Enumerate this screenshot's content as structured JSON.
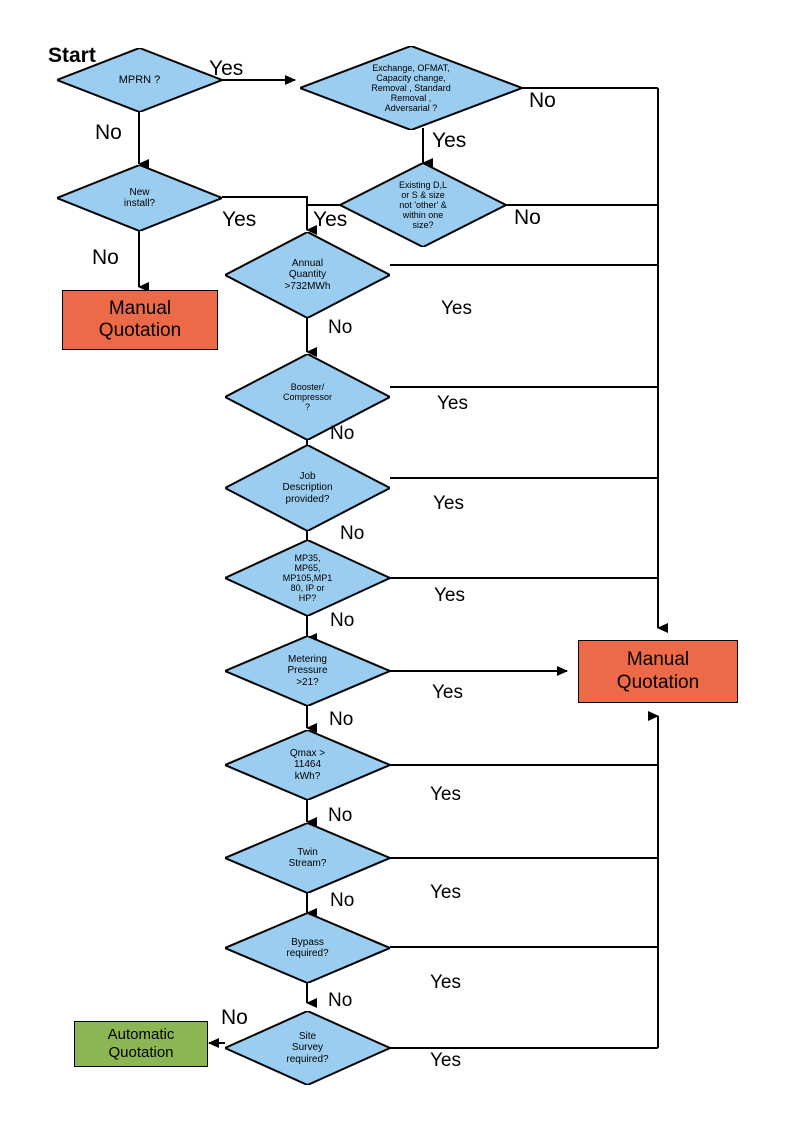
{
  "meta": {
    "title": "Quotation Decision Flowchart",
    "colors": {
      "decision_fill": "#9BCDF0",
      "manual_fill": "#ED6A48",
      "automatic_fill": "#8CB554",
      "line": "#000000",
      "text": "#000000"
    }
  },
  "labels": {
    "start": "Start",
    "yes": "Yes",
    "no": "No"
  },
  "decisions": [
    {
      "id": "mprn",
      "text": "MPRN ?",
      "font": 11
    },
    {
      "id": "exchange",
      "text": "Exchange, OFMAT,\nCapacity change,\nRemoval , Standard\nRemoval ,\nAdversarial ?",
      "font": 9
    },
    {
      "id": "new_install",
      "text": "New\ninstall?",
      "font": 10
    },
    {
      "id": "existing",
      "text": "Existing D,L\nor S & size\nnot 'other' &\nwithin one\nsize?",
      "font": 9
    },
    {
      "id": "annual_qty",
      "text": "Annual\nQuantity\n>732MWh",
      "font": 10
    },
    {
      "id": "booster",
      "text": "Booster/\nCompressor\n?",
      "font": 9
    },
    {
      "id": "job_desc",
      "text": "Job\nDescription\nprovided?",
      "font": 10
    },
    {
      "id": "mp_types",
      "text": "MP35,\nMP65,\nMP105,MP1\n80, IP or\nHP?",
      "font": 9
    },
    {
      "id": "metering",
      "text": "Metering\nPressure\n>21?",
      "font": 10
    },
    {
      "id": "qmax",
      "text": "Qmax >\n11464\nkWh?",
      "font": 10
    },
    {
      "id": "twin",
      "text": "Twin\nStream?",
      "font": 10
    },
    {
      "id": "bypass",
      "text": "Bypass\nrequired?",
      "font": 10
    },
    {
      "id": "site_survey",
      "text": "Site\nSurvey\nrequired?",
      "font": 10
    }
  ],
  "terminals": [
    {
      "id": "manual_left",
      "line1": "Manual",
      "line2": "Quotation"
    },
    {
      "id": "manual_right",
      "line1": "Manual",
      "line2": "Quotation"
    },
    {
      "id": "automatic",
      "line1": "Automatic",
      "line2": "Quotation"
    }
  ],
  "edge_labels": [
    {
      "id": "mprn-yes",
      "text": "Yes"
    },
    {
      "id": "mprn-no",
      "text": "No"
    },
    {
      "id": "exchange-no",
      "text": "No"
    },
    {
      "id": "exchange-yes",
      "text": "Yes"
    },
    {
      "id": "new-install-yes",
      "text": "Yes"
    },
    {
      "id": "new-install-no",
      "text": "No"
    },
    {
      "id": "existing-yes",
      "text": "Yes"
    },
    {
      "id": "existing-no",
      "text": "No"
    },
    {
      "id": "annual-yes",
      "text": "Yes"
    },
    {
      "id": "annual-no",
      "text": "No"
    },
    {
      "id": "booster-yes",
      "text": "Yes"
    },
    {
      "id": "booster-no",
      "text": "No"
    },
    {
      "id": "job-yes",
      "text": "Yes"
    },
    {
      "id": "job-no",
      "text": "No"
    },
    {
      "id": "mp-yes",
      "text": "Yes"
    },
    {
      "id": "mp-no",
      "text": "No"
    },
    {
      "id": "metering-yes",
      "text": "Yes"
    },
    {
      "id": "metering-no",
      "text": "No"
    },
    {
      "id": "qmax-yes",
      "text": "Yes"
    },
    {
      "id": "qmax-no",
      "text": "No"
    },
    {
      "id": "twin-yes",
      "text": "Yes"
    },
    {
      "id": "twin-no",
      "text": "No"
    },
    {
      "id": "bypass-yes",
      "text": "Yes"
    },
    {
      "id": "bypass-no",
      "text": "No"
    },
    {
      "id": "site-yes",
      "text": "Yes"
    },
    {
      "id": "site-no",
      "text": "No"
    }
  ]
}
